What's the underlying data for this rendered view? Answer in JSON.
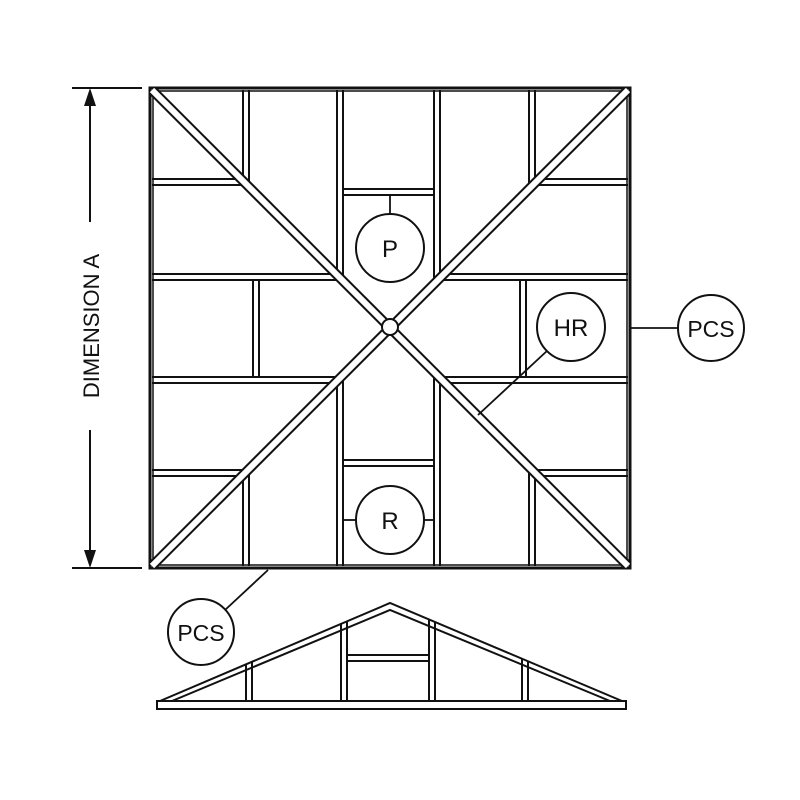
{
  "dimension_label": "DIMENSION A",
  "callouts": {
    "p": "P",
    "hr": "HR",
    "r": "R",
    "pcs_right": "PCS",
    "pcs_left": "PCS"
  }
}
